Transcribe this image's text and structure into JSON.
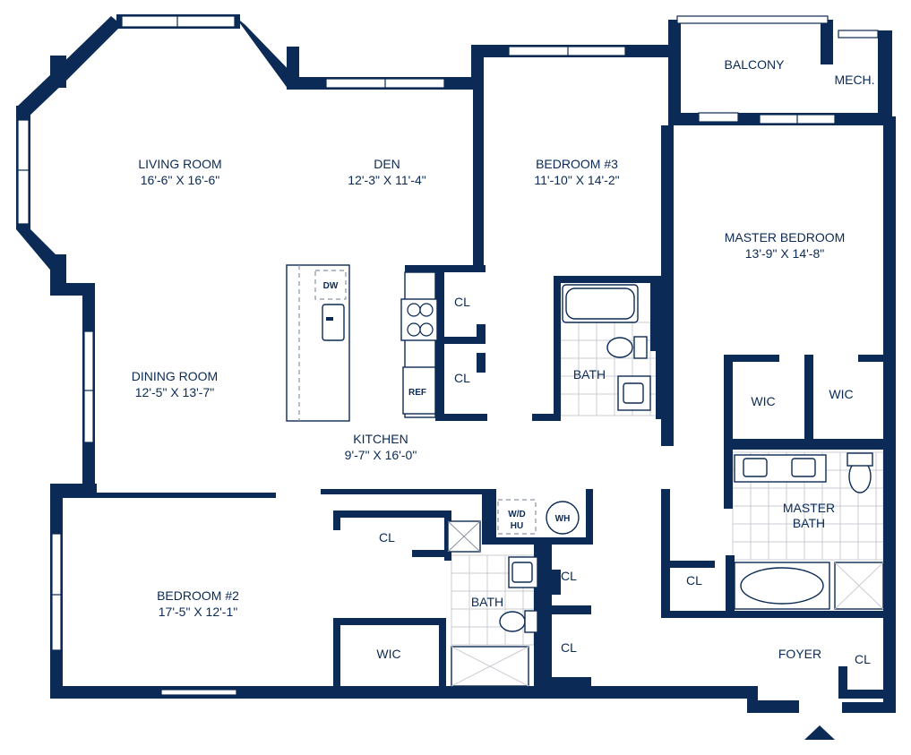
{
  "rooms": {
    "living_room": {
      "name": "LIVING ROOM",
      "dim": "16'-6\" X 16'-6\""
    },
    "den": {
      "name": "DEN",
      "dim": "12'-3\" X 11'-4\""
    },
    "bedroom3": {
      "name": "BEDROOM #3",
      "dim": "11'-10\" X 14'-2\""
    },
    "balcony": {
      "name": "BALCONY"
    },
    "mech": {
      "name": "MECH."
    },
    "master_bedroom": {
      "name": "MASTER BEDROOM",
      "dim": "13'-9\" X 14'-8\""
    },
    "dining_room": {
      "name": "DINING ROOM",
      "dim": "12'-5\" X 13'-7\""
    },
    "kitchen": {
      "name": "KITCHEN",
      "dim": "9'-7\" X 16'-0\""
    },
    "bedroom2": {
      "name": "BEDROOM #2",
      "dim": "17'-5\" X 12'-1\""
    },
    "bath_hall": {
      "name": "BATH"
    },
    "bath_bed3": {
      "name": "BATH"
    },
    "master_bath": {
      "name": "MASTER",
      "name2": "BATH"
    },
    "wic_master_left": {
      "name": "WIC"
    },
    "wic_master_right": {
      "name": "WIC"
    },
    "wic_bed2": {
      "name": "WIC"
    },
    "foyer": {
      "name": "FOYER"
    }
  },
  "closets": {
    "kitchen_upper": "CL",
    "kitchen_lower": "CL",
    "hall": "CL",
    "bath_upper": "CL",
    "bath_lower": "CL",
    "master": "CL",
    "foyer": "CL"
  },
  "appliances": {
    "dw": "DW",
    "ref": "REF",
    "wd_line1": "W/D",
    "wd_line2": "HU",
    "wh": "WH"
  },
  "colors": {
    "wall": "#0b2a55",
    "tile": "#c9cdd3",
    "background": "#ffffff"
  }
}
